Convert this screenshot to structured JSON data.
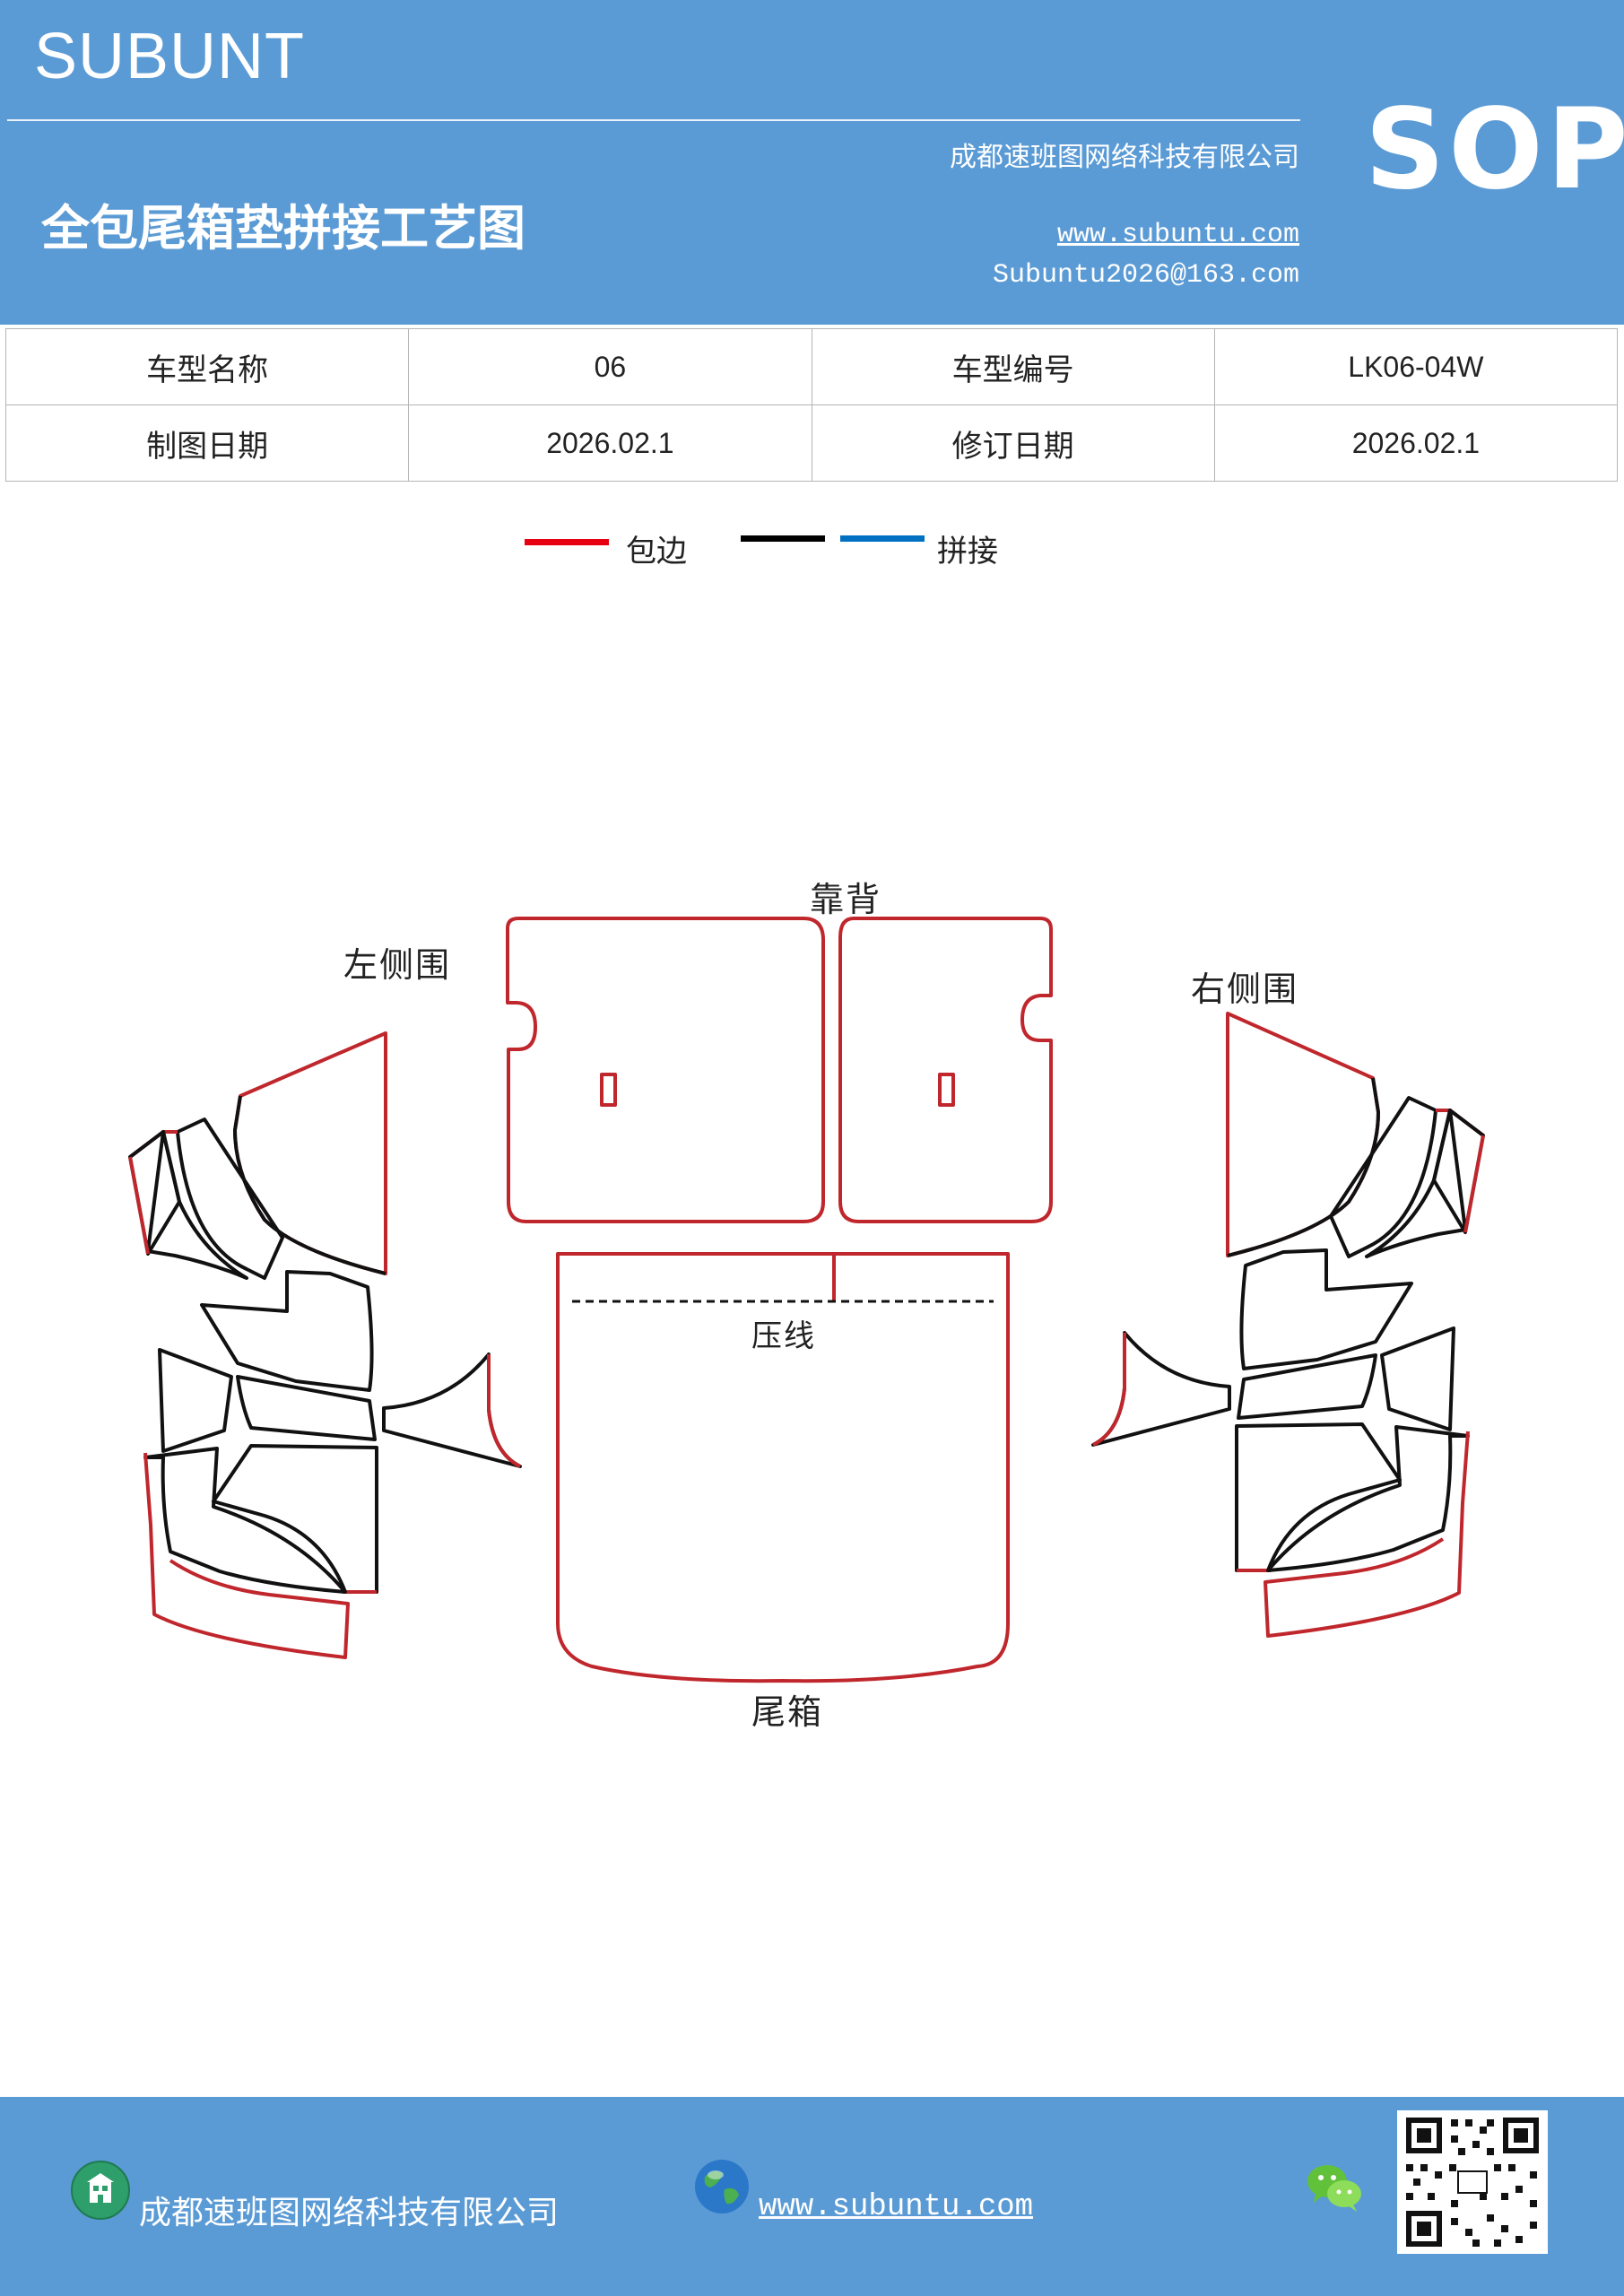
{
  "header": {
    "brand": "SUBUNT",
    "title": "全包尾箱垫拼接工艺图",
    "company": "成都速班图网络科技有限公司",
    "website": "www.subuntu.com",
    "email": "Subuntu2026@163.com",
    "sop": "SOP"
  },
  "info_table": {
    "rows": [
      [
        "车型名称",
        "06",
        "车型编号",
        "LK06-04W"
      ],
      [
        "制图日期",
        "2026.02.1",
        "修订日期",
        "2026.02.1"
      ]
    ]
  },
  "legend": {
    "items": [
      {
        "color": "#e60012",
        "label": "包边"
      },
      {
        "color": "#000000",
        "label": ""
      },
      {
        "color": "#0070c0",
        "label": "拼接"
      }
    ]
  },
  "parts": {
    "left_side": "左侧围",
    "backrest": "靠背",
    "right_side": "右侧围",
    "crease": "压线",
    "trunk": "尾箱"
  },
  "colors": {
    "header_bg": "#5b9bd5",
    "edge": "#c0272d",
    "seam": "#111111"
  },
  "footer": {
    "company": "成都速班图网络科技有限公司",
    "website": "www.subuntu.com",
    "icons": [
      "building-icon",
      "globe-icon",
      "wechat-icon",
      "qr-code"
    ]
  }
}
